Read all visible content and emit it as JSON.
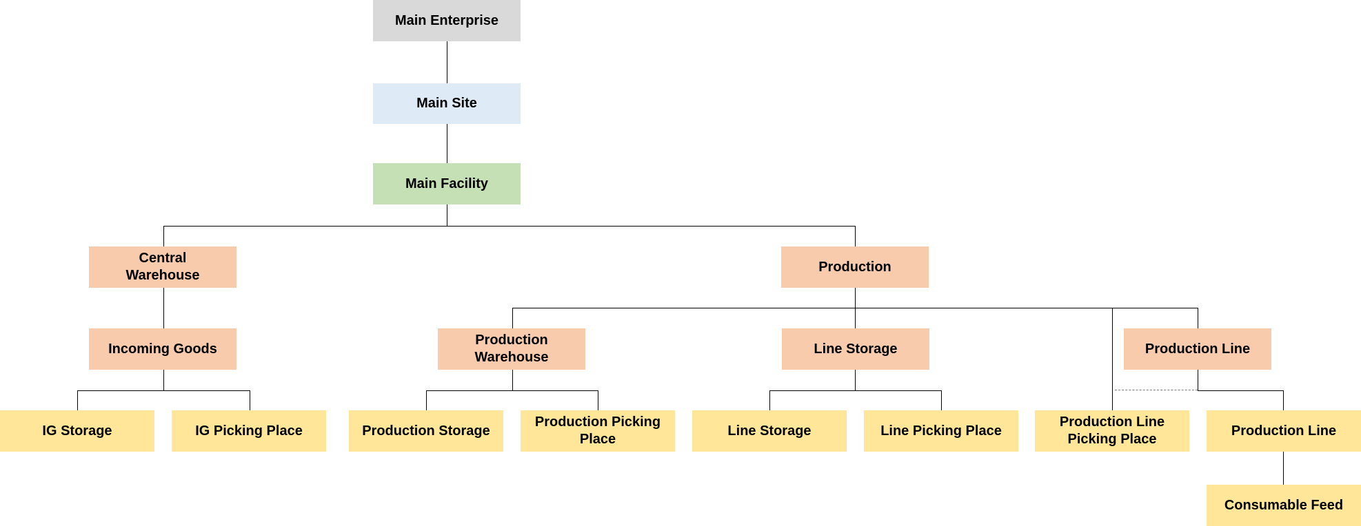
{
  "colors": {
    "enterprise": "#d9d9d9",
    "site": "#deebf7",
    "facility": "#c5e0b4",
    "area": "#f8cbad",
    "leaf": "#ffe699"
  },
  "nodes": {
    "main_enterprise": "Main Enterprise",
    "main_site": "Main Site",
    "main_facility": "Main Facility",
    "central_warehouse": "Central Warehouse",
    "production": "Production",
    "incoming_goods": "Incoming Goods",
    "production_warehouse": "Production Warehouse",
    "line_storage_area": "Line Storage",
    "production_line_area": "Production Line",
    "ig_storage": "IG Storage",
    "ig_picking_place": "IG Picking Place",
    "production_storage": "Production Storage",
    "production_picking_place": "Production Picking Place",
    "line_storage": "Line Storage",
    "line_picking_place": "Line Picking Place",
    "production_line_picking_place": "Production Line Picking Place",
    "production_line": "Production Line",
    "consumable_feed": "Consumable Feed"
  }
}
